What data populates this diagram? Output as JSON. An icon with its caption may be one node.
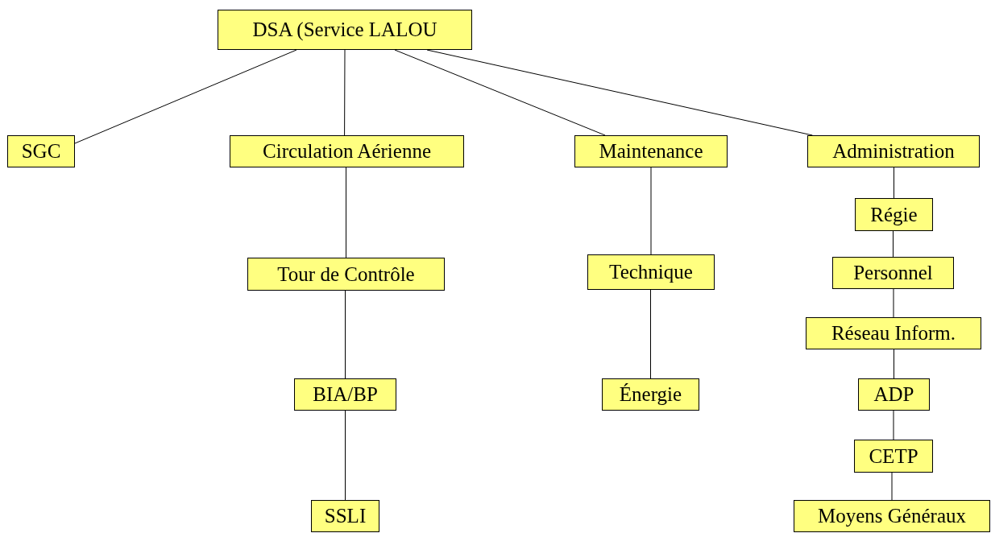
{
  "diagram": {
    "nodes": [
      {
        "text": [
          "DSA (Service LALOU"
        ]
      },
      {
        "text": [
          "SGC"
        ]
      },
      {
        "text": [
          "Circulation Aérienne"
        ]
      },
      {
        "text": [
          "Maintenance"
        ]
      },
      {
        "text": [
          "Administration"
        ]
      },
      {
        "text": [
          "Tour de Contrôle"
        ]
      },
      {
        "text": [
          "BIA/BP"
        ]
      },
      {
        "text": [
          "SSLI"
        ]
      },
      {
        "text": [
          "Technique"
        ]
      },
      {
        "text": [
          "Énergie"
        ]
      },
      {
        "text": [
          "Régie"
        ]
      },
      {
        "text": [
          "Personnel"
        ]
      },
      {
        "text": [
          "Réseau Inform."
        ]
      },
      {
        "text": [
          "ADP"
        ]
      },
      {
        "text": [
          "CETP"
        ]
      },
      {
        "text": [
          "Moyens Généraux"
        ]
      }
    ],
    "edges": [
      {
        "from": 0,
        "to": 1,
        "arrow": "none"
      },
      {
        "from": 0,
        "to": 2,
        "arrow": "none"
      },
      {
        "from": 0,
        "to": 3,
        "arrow": "none"
      },
      {
        "from": 0,
        "to": 4,
        "arrow": "none"
      },
      {
        "from": 2,
        "to": 5,
        "arrow": "none"
      },
      {
        "from": 5,
        "to": 6,
        "arrow": "none"
      },
      {
        "from": 6,
        "to": 7,
        "arrow": "none"
      },
      {
        "from": 3,
        "to": 8,
        "arrow": "none"
      },
      {
        "from": 8,
        "to": 9,
        "arrow": "none"
      },
      {
        "from": 4,
        "to": 10,
        "arrow": "none"
      },
      {
        "from": 10,
        "to": 11,
        "arrow": "none"
      },
      {
        "from": 11,
        "to": 12,
        "arrow": "none"
      },
      {
        "from": 12,
        "to": 13,
        "arrow": "none"
      },
      {
        "from": 13,
        "to": 14,
        "arrow": "none"
      },
      {
        "from": 14,
        "to": 15,
        "arrow": "none"
      }
    ]
  }
}
